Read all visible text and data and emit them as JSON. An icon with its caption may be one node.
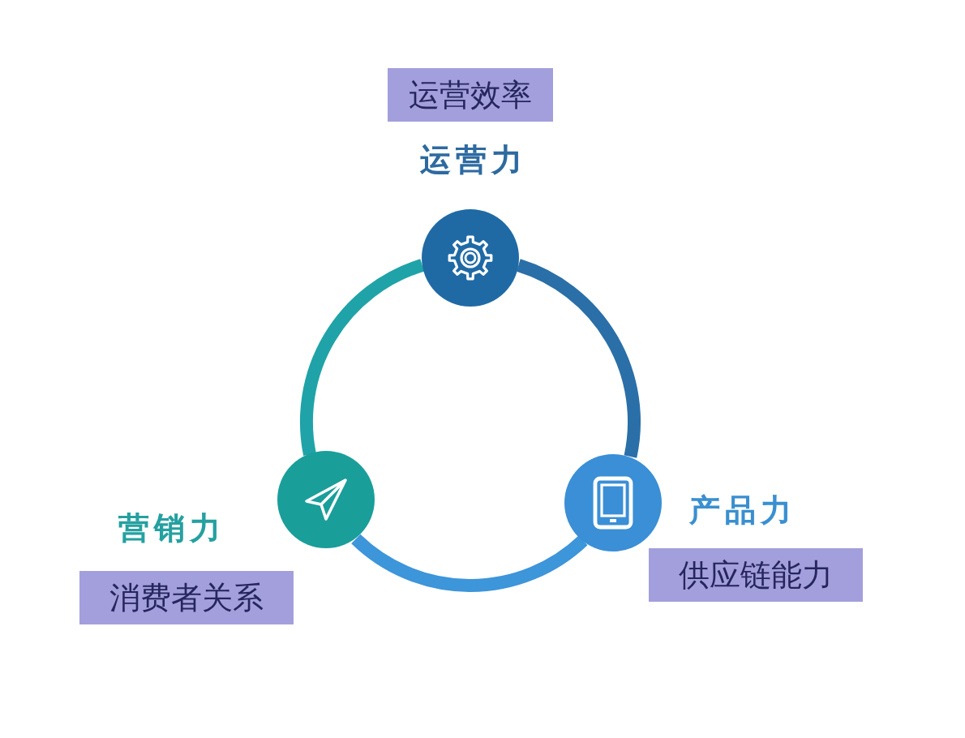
{
  "diagram": {
    "nodes": [
      {
        "text": [
          "运营效率"
        ]
      },
      {
        "text": [],
        "shape": "circle"
      },
      {
        "text": [],
        "shape": "circle"
      },
      {
        "text": [],
        "shape": "circle"
      },
      {
        "text": [
          "消费者关系"
        ]
      },
      {
        "text": [
          "供应链能力"
        ]
      }
    ],
    "edges": [
      {
        "from": 1,
        "to": 3,
        "arrow": "none",
        "color": "#2a6fa8"
      },
      {
        "from": 3,
        "to": 2,
        "arrow": "none",
        "color": "#3d95da"
      },
      {
        "from": 2,
        "to": 1,
        "arrow": "none",
        "color": "#1fa3a8"
      }
    ],
    "labels": [
      "运营力",
      "营销力",
      "产品力"
    ]
  }
}
